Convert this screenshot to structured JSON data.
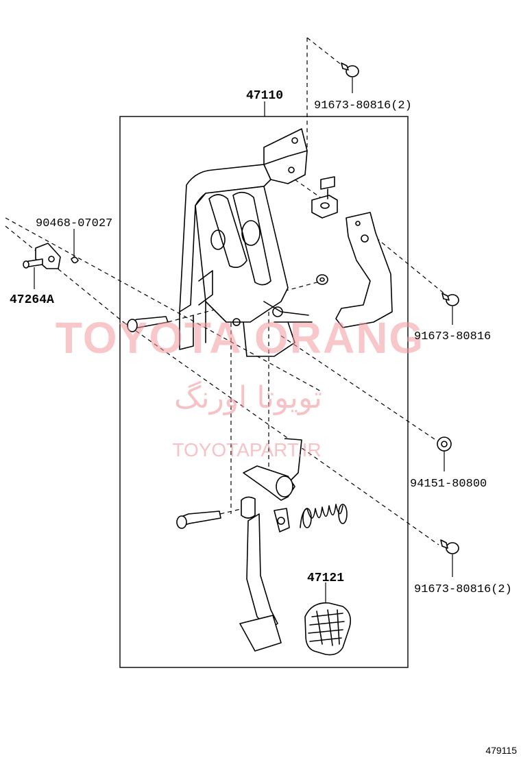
{
  "parts": {
    "pedal_bracket": "47110",
    "bolt_top": "91673-80816(2)",
    "clip": "90468-07027",
    "pin": "47264A",
    "bolt_right": "91673-80816",
    "nut": "94151-80800",
    "bolt_lower": "91673-80816(2)",
    "pedal_pad": "47121"
  },
  "watermarks": {
    "brand": "TOYOTA ORANG",
    "brand_fa": "تویوتا اورنگ",
    "site": "TOYOTAPART.IR"
  },
  "figure_number": "479115",
  "colors": {
    "lines": "#000000",
    "watermark": "#f19aa0",
    "background": "#ffffff"
  }
}
